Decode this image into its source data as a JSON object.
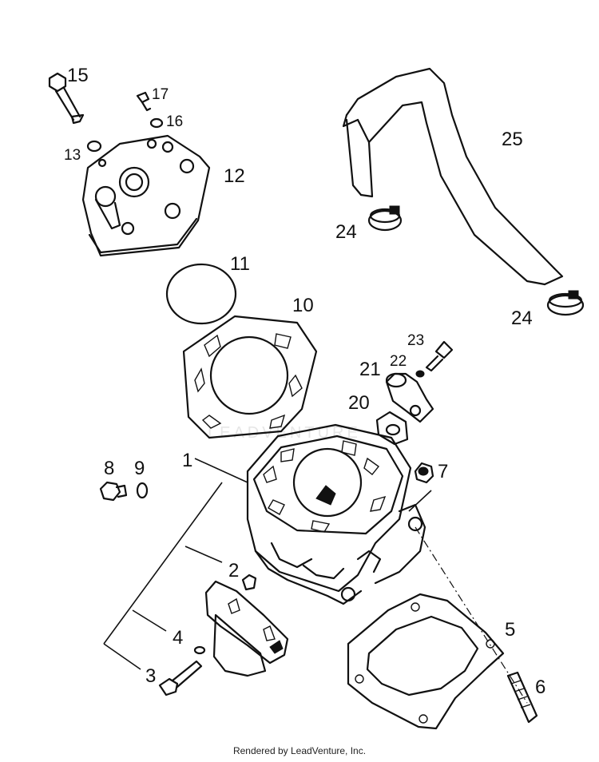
{
  "diagram": {
    "callouts": {
      "c1": "1",
      "c2": "2",
      "c3": "3",
      "c4": "4",
      "c5": "5",
      "c6": "6",
      "c7": "7",
      "c8": "8",
      "c9": "9",
      "c10": "10",
      "c11": "11",
      "c12": "12",
      "c13": "13",
      "c15": "15",
      "c16": "16",
      "c17": "17",
      "c20": "20",
      "c21": "21",
      "c22": "22",
      "c23": "23",
      "c24a": "24",
      "c24b": "24",
      "c25": "25"
    },
    "watermark": "LEADVENTURE"
  },
  "footer": {
    "text": "Rendered by LeadVenture, Inc."
  }
}
